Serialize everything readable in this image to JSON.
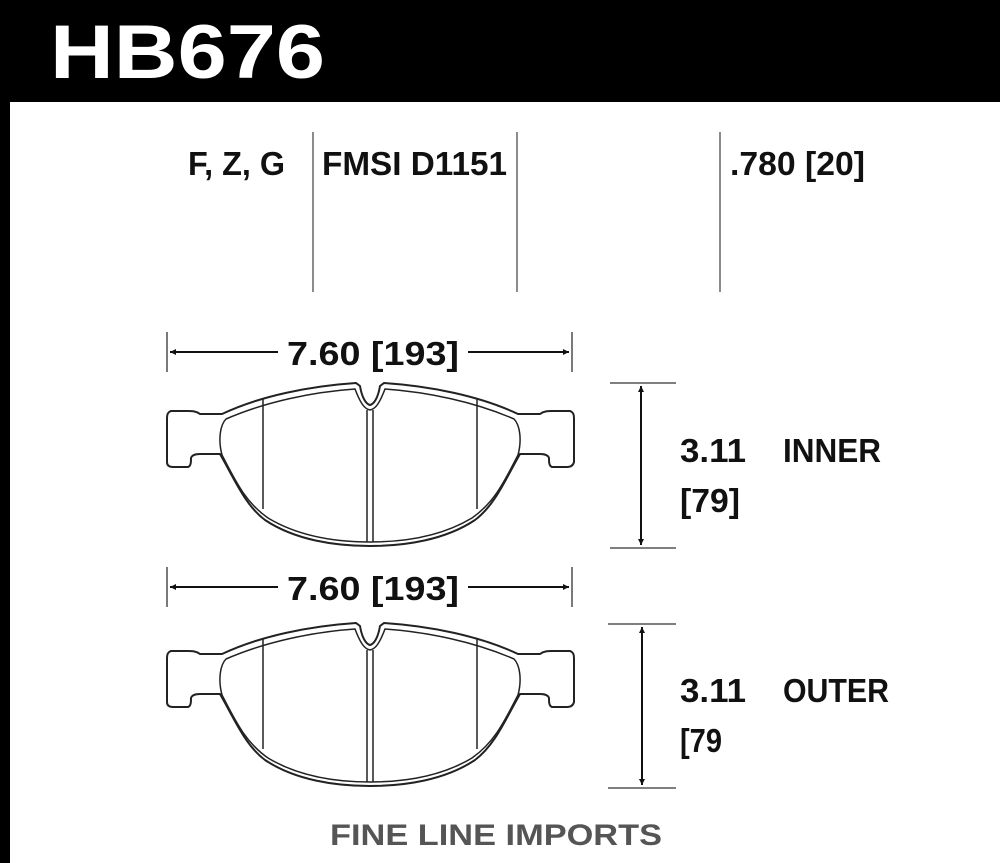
{
  "header": {
    "part_number": "HB676"
  },
  "specs": {
    "compounds": "F, Z, G",
    "fmsi": "FMSI D1151",
    "thickness": ".780 [20]"
  },
  "inner_pad": {
    "width_label": "7.60 [193]",
    "height_in": "3.11",
    "height_mm": "[79]",
    "position_label": "INNER"
  },
  "outer_pad": {
    "width_label": "7.60 [193]",
    "height_in": "3.11",
    "height_mm": "[79",
    "position_label": "OUTER"
  },
  "footer": {
    "brand": "FINE LINE IMPORTS"
  },
  "colors": {
    "header_bg": "#000000",
    "line": "#222222",
    "brand": "#555555"
  }
}
